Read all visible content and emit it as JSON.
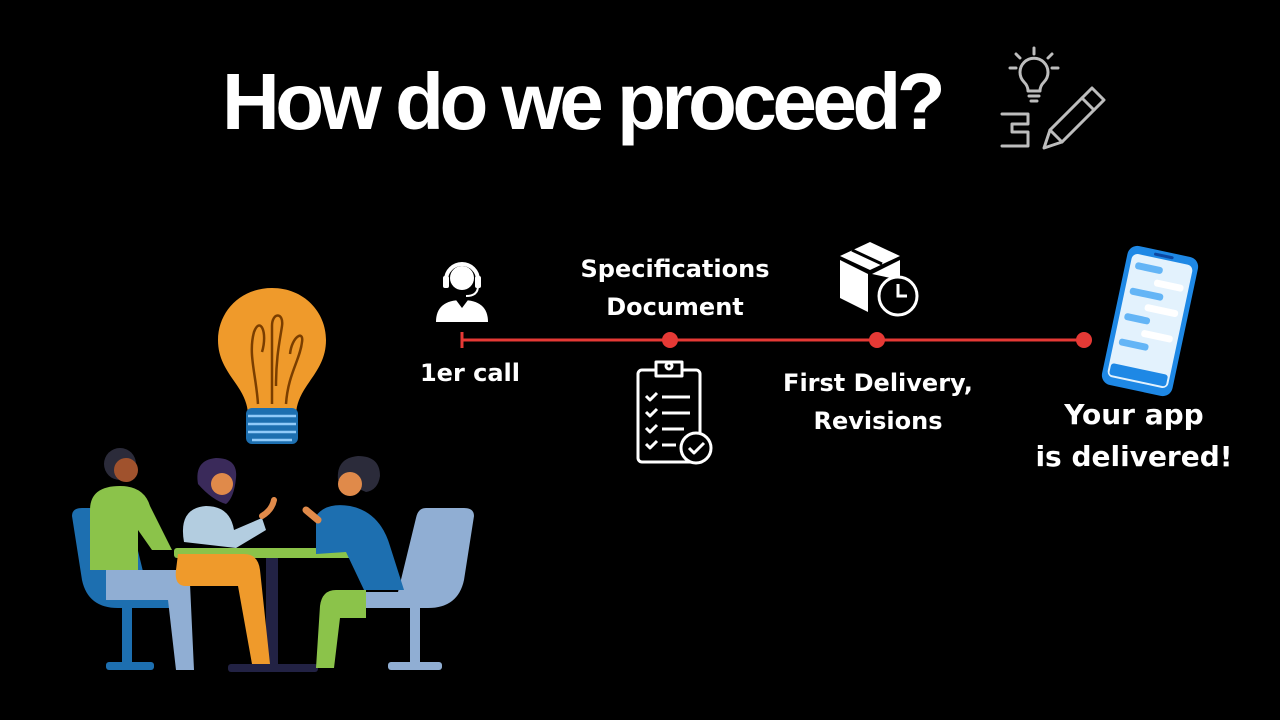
{
  "slide": {
    "title": "How do we proceed?",
    "icons": {
      "header": "lightbulb-pencil-icon",
      "call": "headset-operator-icon",
      "document": "clipboard-checklist-icon",
      "delivery": "box-clock-icon",
      "app": "smartphone-chat-icon"
    },
    "colors": {
      "background": "#000000",
      "text": "#ffffff",
      "timeline": "#e53935",
      "bulb": "#ef9a2b",
      "chair": "#1d6fb0"
    }
  },
  "timeline": {
    "steps": [
      {
        "lines": [
          "1er call"
        ]
      },
      {
        "lines": [
          "Specifications",
          "Document"
        ]
      },
      {
        "lines": [
          "First Delivery,",
          "Revisions"
        ]
      },
      {
        "lines": [
          "Your app",
          "is delivered!"
        ]
      }
    ]
  }
}
